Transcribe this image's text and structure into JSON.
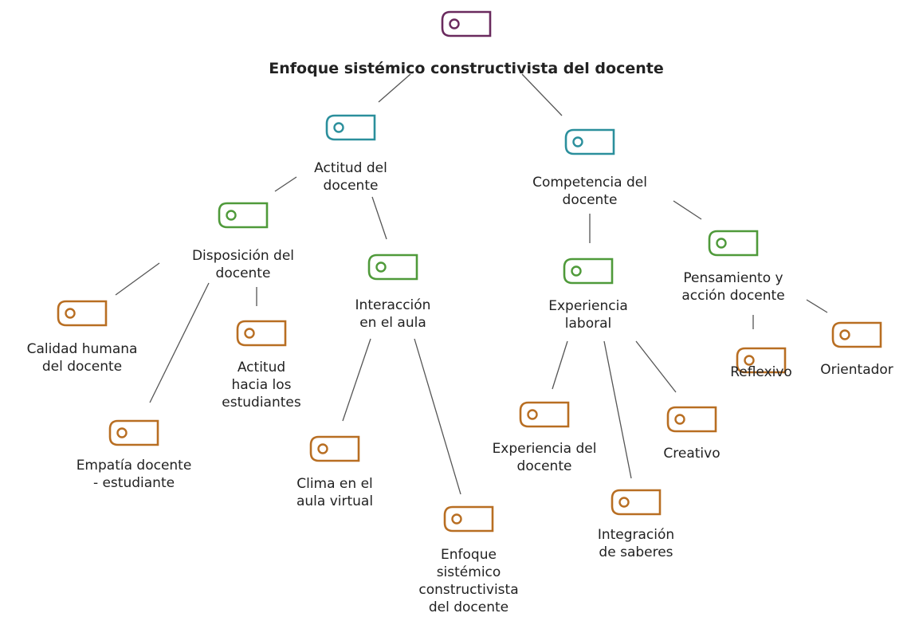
{
  "colors": {
    "root": "#6a2a5e",
    "level1": "#2b8f9c",
    "level2": "#4f9a3a",
    "leaf": "#b86e22",
    "line": "#555555"
  },
  "icon": "code-tag-icon",
  "nodes": {
    "root": {
      "label": "Enfoque sistémico constructivista del docente",
      "level": "root"
    },
    "actitud": {
      "label": "Actitud del\ndocente",
      "level": "level1"
    },
    "competencia": {
      "label": "Competencia del\ndocente",
      "level": "level1"
    },
    "disposicion": {
      "label": "Disposición del\ndocente",
      "level": "level2"
    },
    "interaccion": {
      "label": "Interacción\nen el aula",
      "level": "level2"
    },
    "experiencia": {
      "label": "Experiencia\nlaboral",
      "level": "level2"
    },
    "pensamiento": {
      "label": "Pensamiento y\nacción docente",
      "level": "level2"
    },
    "calidad": {
      "label": "Calidad humana\ndel docente",
      "level": "leaf"
    },
    "empatia": {
      "label": "Empatía docente\n- estudiante",
      "level": "leaf"
    },
    "actitud_est": {
      "label": "Actitud\nhacia los\nestudiantes",
      "level": "leaf"
    },
    "clima": {
      "label": "Clima en el\naula virtual",
      "level": "leaf"
    },
    "enfoque": {
      "label": "Enfoque\nsistémico\nconstructivista\ndel docente",
      "level": "leaf"
    },
    "exp_docente": {
      "label": "Experiencia del\ndocente",
      "level": "leaf"
    },
    "integracion": {
      "label": "Integración\nde saberes",
      "level": "leaf"
    },
    "creativo": {
      "label": "Creativo",
      "level": "leaf"
    },
    "reflexivo": {
      "label": "Reflexivo",
      "level": "leaf"
    },
    "orientador": {
      "label": "Orientador",
      "level": "leaf"
    }
  },
  "edges": [
    [
      "root",
      "actitud"
    ],
    [
      "root",
      "competencia"
    ],
    [
      "actitud",
      "disposicion"
    ],
    [
      "actitud",
      "interaccion"
    ],
    [
      "competencia",
      "experiencia"
    ],
    [
      "competencia",
      "pensamiento"
    ],
    [
      "disposicion",
      "calidad"
    ],
    [
      "disposicion",
      "empatia"
    ],
    [
      "disposicion",
      "actitud_est"
    ],
    [
      "interaccion",
      "clima"
    ],
    [
      "interaccion",
      "enfoque"
    ],
    [
      "experiencia",
      "exp_docente"
    ],
    [
      "experiencia",
      "integracion"
    ],
    [
      "experiencia",
      "creativo"
    ],
    [
      "pensamiento",
      "reflexivo"
    ],
    [
      "pensamiento",
      "orientador"
    ]
  ]
}
